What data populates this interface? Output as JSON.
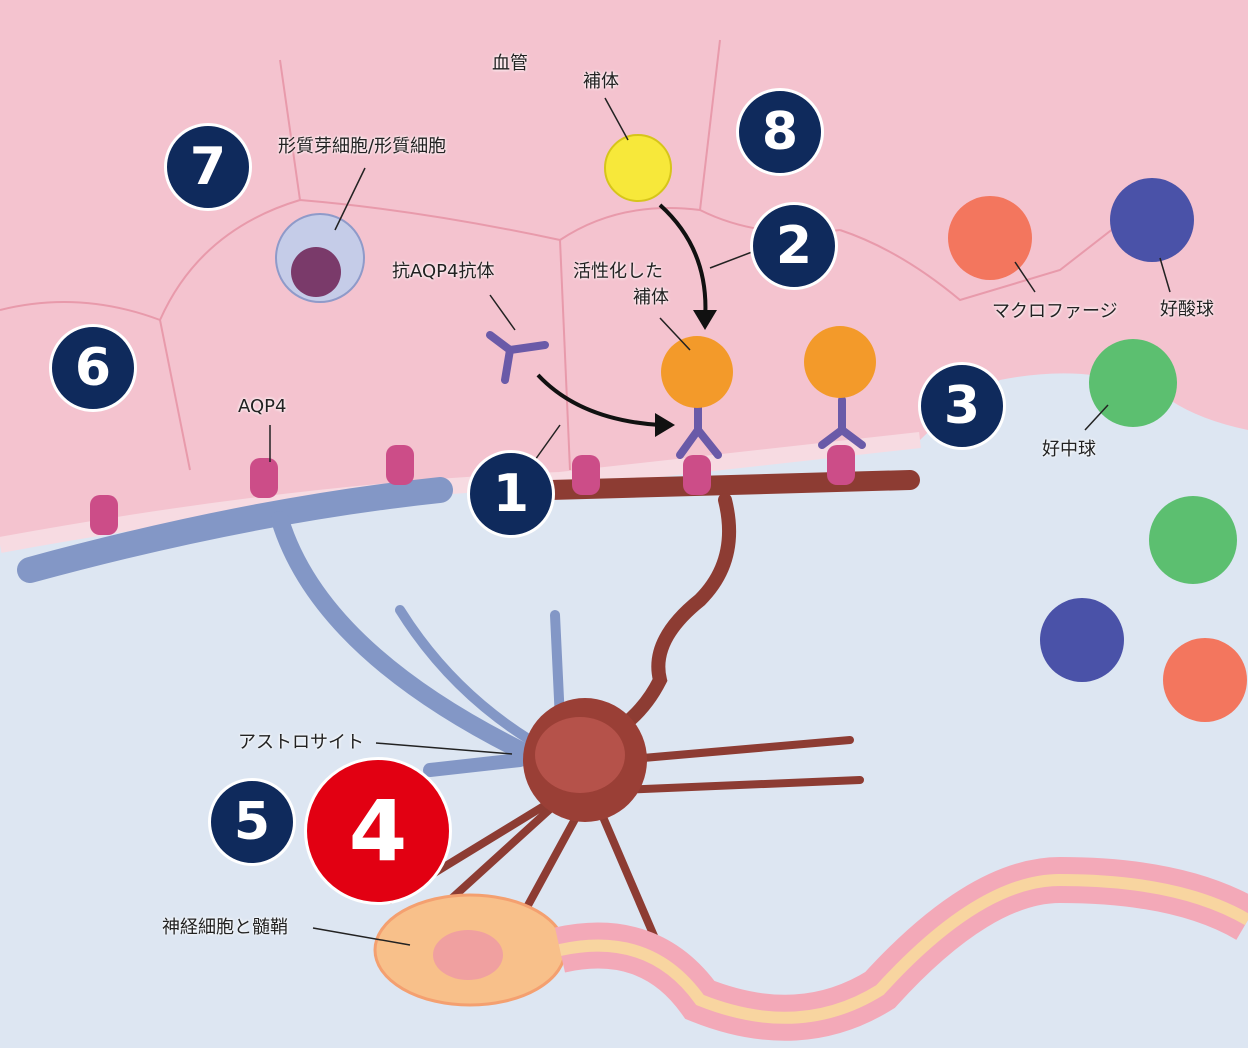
{
  "labels": {
    "blood_vessel": "血管",
    "complement": "補体",
    "plasma_cell": "形質芽細胞/形質細胞",
    "antibody": "抗AQP4抗体",
    "activated_complement_1": "活性化した",
    "activated_complement_2": "補体",
    "aqp4": "AQP4",
    "macrophage": "マクロファージ",
    "eosinophil": "好酸球",
    "neutrophil": "好中球",
    "astrocyte": "アストロサイト",
    "neuron": "神経細胞と髄鞘"
  },
  "markers": [
    "1",
    "2",
    "3",
    "4",
    "5",
    "6",
    "7",
    "8"
  ],
  "colors": {
    "marker": "#0f2a5c",
    "marker_highlight": "#e20012",
    "vessel": "#f4c3cf",
    "tissue": "#dde6f2"
  }
}
